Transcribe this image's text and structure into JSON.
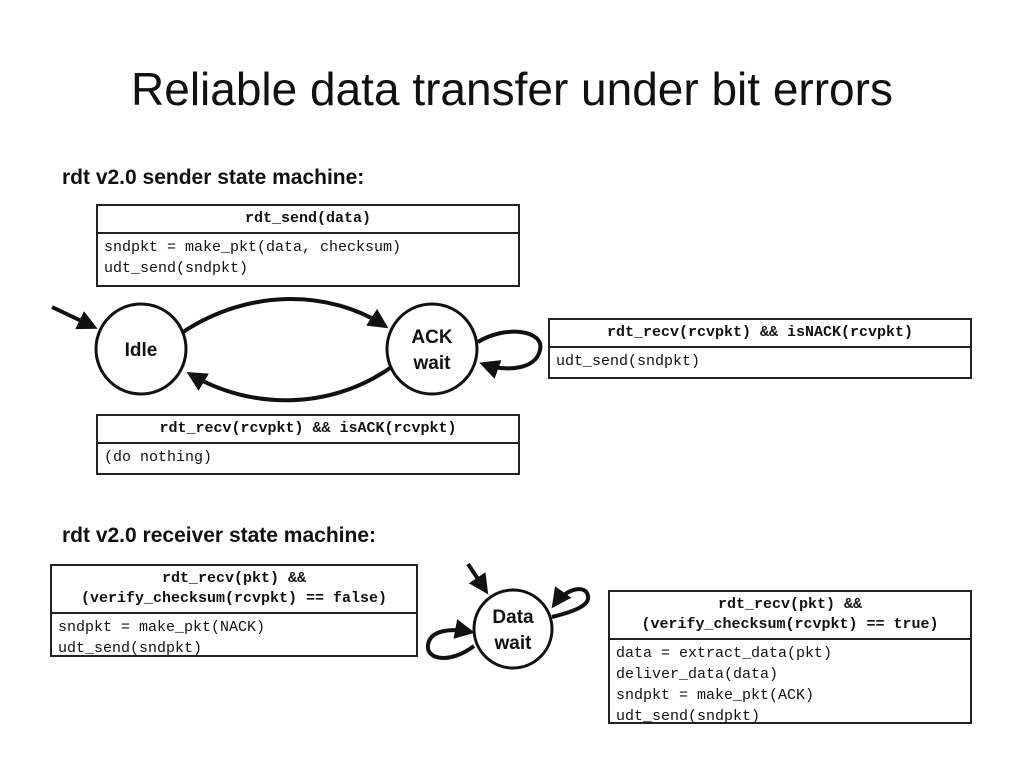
{
  "title": "Reliable data transfer under bit errors",
  "sender": {
    "label": "rdt v2.0 sender state machine:",
    "states": {
      "idle": [
        "Idle"
      ],
      "ack_wait": [
        "ACK",
        "wait"
      ]
    },
    "send_box": {
      "event": "rdt_send(data)",
      "actions": [
        "sndpkt = make_pkt(data, checksum)",
        "udt_send(sndpkt)"
      ]
    },
    "nack_box": {
      "event": "rdt_recv(rcvpkt) && isNACK(rcvpkt)",
      "actions": [
        "udt_send(sndpkt)"
      ]
    },
    "ack_box": {
      "event": "rdt_recv(rcvpkt) && isACK(rcvpkt)",
      "actions": [
        "(do nothing)"
      ]
    }
  },
  "receiver": {
    "label": "rdt v2.0 receiver state machine:",
    "states": {
      "data_wait": [
        "Data",
        "wait"
      ]
    },
    "corrupt_box": {
      "event": [
        "rdt_recv(pkt) &&",
        "(verify_checksum(rcvpkt) == false)"
      ],
      "actions": [
        "sndpkt = make_pkt(NACK)",
        "udt_send(sndpkt)"
      ]
    },
    "ok_box": {
      "event": [
        "rdt_recv(pkt) &&",
        "(verify_checksum(rcvpkt) == true)"
      ],
      "actions": [
        "data = extract_data(pkt)",
        "deliver_data(data)",
        "sndpkt = make_pkt(ACK)",
        "udt_send(sndpkt)"
      ]
    }
  }
}
